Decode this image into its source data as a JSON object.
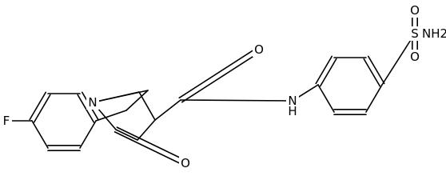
{
  "colors": {
    "bond": "#000000",
    "background": "#ffffff",
    "label": "#000000"
  },
  "atoms": {
    "fluorine": "F",
    "ring_nitrogen": "N",
    "carbonyl_oxygen_lactam": "O",
    "carbonyl_oxygen_amide": "O",
    "amide_nitrogen": "N",
    "amide_hydrogen": "H",
    "sulfur": "S",
    "sulfonyl_oxygen_top": "O",
    "sulfonyl_oxygen_bottom": "O",
    "sulfonamide_group": "NH2"
  }
}
